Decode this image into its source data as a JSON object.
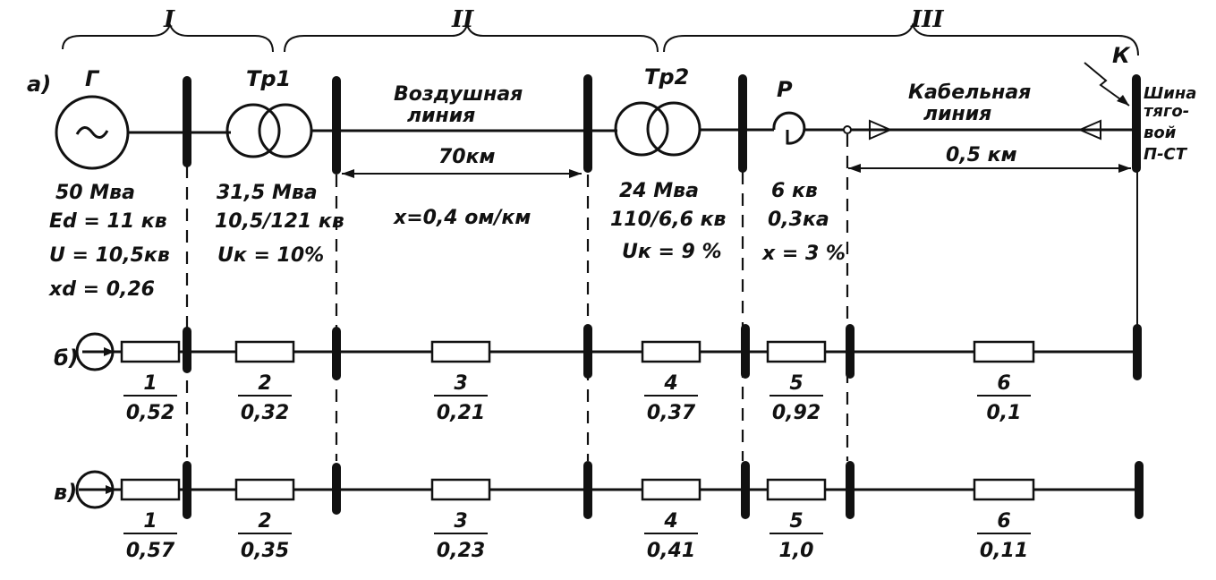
{
  "sections": [
    "I",
    "II",
    "III"
  ],
  "rows": {
    "a": "а)",
    "b": "б)",
    "v": "в)"
  },
  "top": {
    "generator_symbol": "Г",
    "generator_params": [
      "50 Мва",
      "Ed = 11 кв",
      "U = 10,5кв",
      "xd = 0,26"
    ],
    "tr1_symbol": "Тр1",
    "tr1_params": [
      "31,5 Мва",
      "10,5/121 кв",
      "Uк = 10%"
    ],
    "overhead_line": [
      "Воздушная",
      "линия"
    ],
    "overhead_length": "70км",
    "overhead_x": "x=0,4 ом/км",
    "tr2_symbol": "Тр2",
    "tr2_params": [
      "24 Мва",
      "110/6,6 кв",
      "Uк = 9 %"
    ],
    "reactor_symbol": "Р",
    "reactor_params": [
      "6 кв",
      "0,3ка",
      "x = 3 %"
    ],
    "cable_line": [
      "Кабельная",
      "линия"
    ],
    "cable_length": "0,5 км",
    "fault_label": "К",
    "bus_label": [
      "Шина",
      "тяго-",
      "вой",
      "П-СТ"
    ]
  },
  "circuit_b": [
    {
      "num": "1",
      "value": "0,52"
    },
    {
      "num": "2",
      "value": "0,32"
    },
    {
      "num": "3",
      "value": "0,21"
    },
    {
      "num": "4",
      "value": "0,37"
    },
    {
      "num": "5",
      "value": "0,92"
    },
    {
      "num": "6",
      "value": "0,1"
    }
  ],
  "circuit_v": [
    {
      "num": "1",
      "value": "0,57"
    },
    {
      "num": "2",
      "value": "0,35"
    },
    {
      "num": "3",
      "value": "0,23"
    },
    {
      "num": "4",
      "value": "0,41"
    },
    {
      "num": "5",
      "value": "1,0"
    },
    {
      "num": "6",
      "value": "0,11"
    }
  ]
}
